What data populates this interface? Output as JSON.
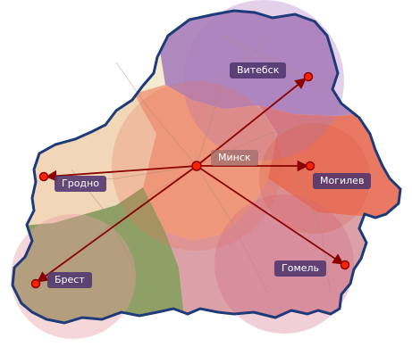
{
  "map": {
    "capital": {
      "name": "Минск",
      "color": "#8B0000"
    },
    "cities": [
      {
        "name": "Витебск"
      },
      {
        "name": "Гродно"
      },
      {
        "name": "Могилев"
      },
      {
        "name": "Гомель"
      },
      {
        "name": "Брест"
      }
    ],
    "colors": {
      "arrow": "#8B0000",
      "dot": "#ff2200",
      "coverage_circle": "#e89aa0",
      "vitebsk_region": "#b08abf",
      "grodno_region": "#f2d6b8",
      "minsk_region": "#f0a488",
      "mogilev_region": "#e97962",
      "gomel_region": "#dca0a8",
      "brest_region": "#8fa066",
      "border": "#1e3a78",
      "label_bg": "#50366e",
      "label_text": "#ffffff"
    }
  }
}
